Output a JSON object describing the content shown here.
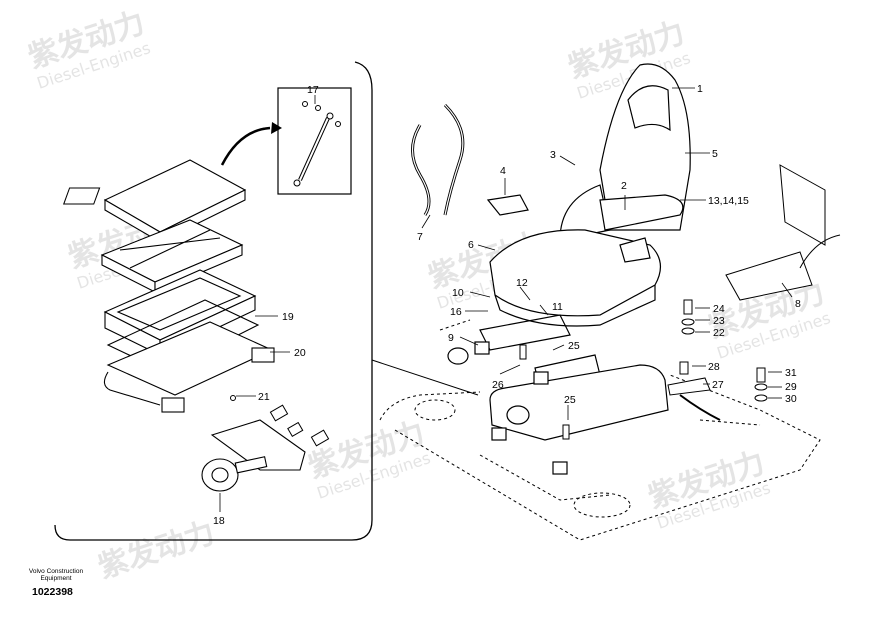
{
  "footer": {
    "company_line1": "Volvo Construction",
    "company_line2": "Equipment",
    "doc_number": "1022398"
  },
  "watermark": {
    "brand": "紫发动力",
    "sub": "Diesel-Engines"
  },
  "callouts": {
    "c1": "1",
    "c2": "2",
    "c3": "3",
    "c4": "4",
    "c5": "5",
    "c6": "6",
    "c7": "7",
    "c8": "8",
    "c9": "9",
    "c10": "10",
    "c11": "11",
    "c12": "12",
    "c13": "13,14,15",
    "c16": "16",
    "c17": "17",
    "c18": "18",
    "c19": "19",
    "c20": "20",
    "c21": "21",
    "c22": "22",
    "c23": "23",
    "c24": "24",
    "c25a": "25",
    "c25b": "25",
    "c26": "26",
    "c27": "27",
    "c28": "28",
    "c29": "29",
    "c30": "30",
    "c31": "31"
  }
}
